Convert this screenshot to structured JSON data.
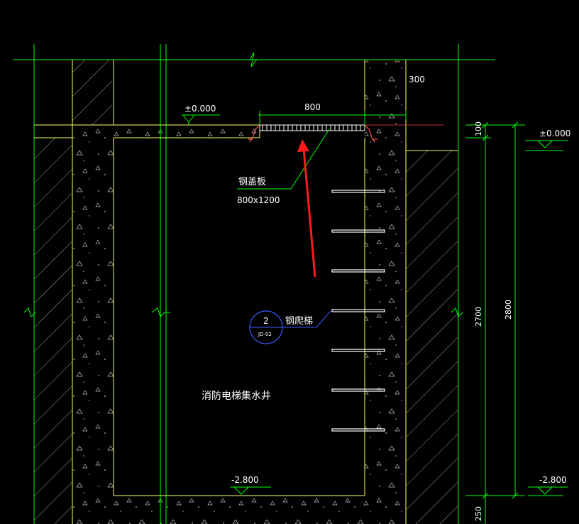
{
  "drawing": {
    "colors": {
      "background": "#000000",
      "grid": "#00ff00",
      "wall_outline": "#ffff66",
      "hatch": "#c8c8c8",
      "text": "#ffffff",
      "ladder_rungs": "#ffffff",
      "leader": "#00ff00",
      "callout_circle": "#3a5bff",
      "red_arrow": "#ff1a1a",
      "grate": "#ffffff",
      "red_marker": "#ff3b3b"
    },
    "labels": {
      "opening_width": "800",
      "top_dim_300": "300",
      "elev_top_left": "±0.000",
      "elev_top_right": "±0.000",
      "cover_name": "钢盖板",
      "cover_size": "800x1200",
      "ladder_name": "钢爬梯",
      "callout_number": "2",
      "callout_ref": "JD-02",
      "pit_name": "消防电梯集水井",
      "elev_bottom_left": "-2.800",
      "elev_bottom_right": "-2.800",
      "dim_100": "100",
      "dim_2700": "2700",
      "dim_2800": "2800",
      "dim_250": "250"
    }
  }
}
